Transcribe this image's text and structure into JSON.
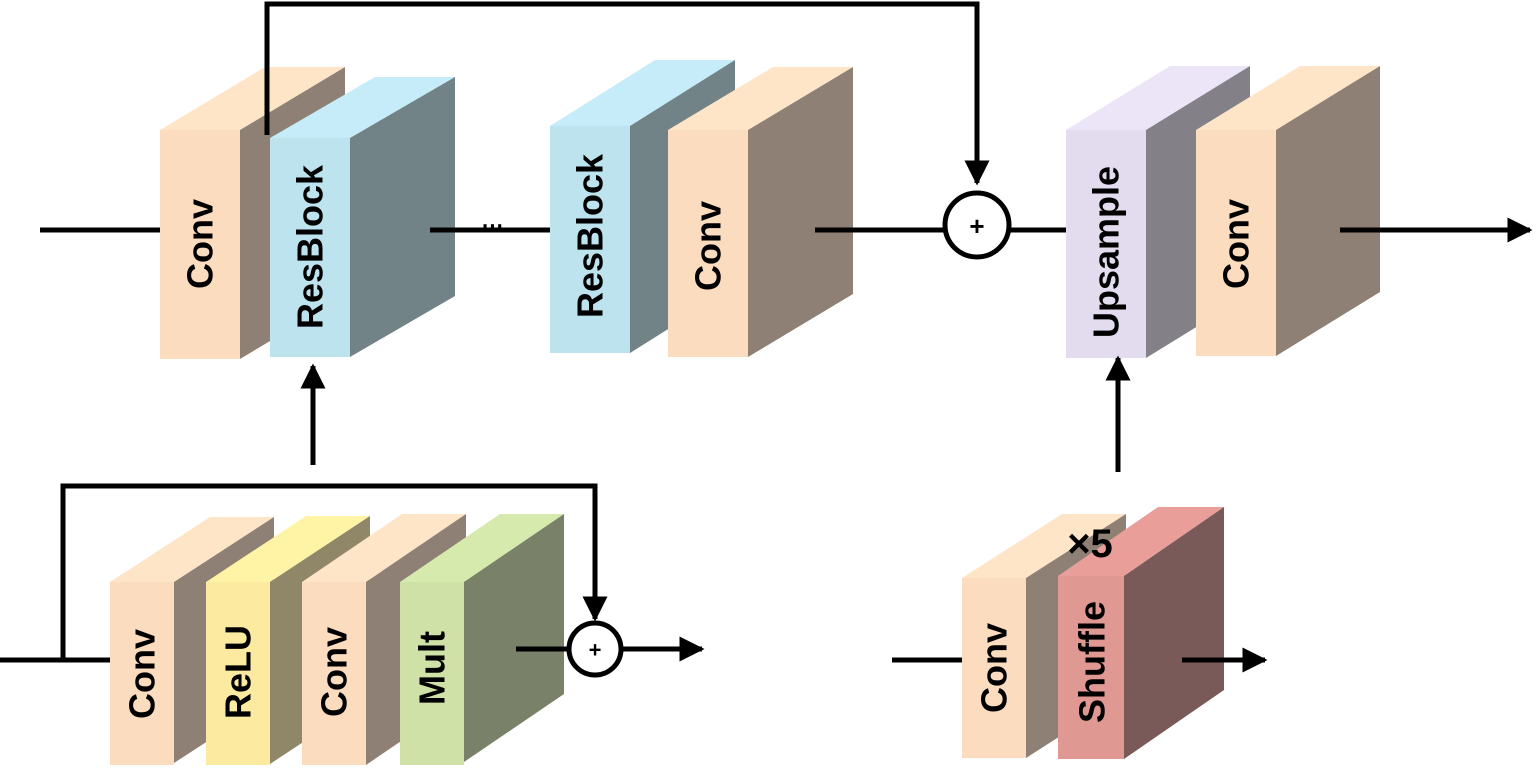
{
  "main_path": {
    "blocks": [
      {
        "label": "Conv",
        "color": "#fcdcbf"
      },
      {
        "label": "ResBlock",
        "color": "#bde3ee"
      },
      {
        "label": "ResBlock",
        "color": "#bde3ee"
      },
      {
        "label": "Conv",
        "color": "#fcdcbf"
      },
      {
        "label": "Upsample",
        "color": "#e3dcee"
      },
      {
        "label": "Conv",
        "color": "#fcdcbf"
      }
    ],
    "ellipsis": "···",
    "sum_symbol": "+"
  },
  "resblock_detail": {
    "blocks": [
      {
        "label": "Conv",
        "color": "#fcdcbf"
      },
      {
        "label": "ReLU",
        "color": "#fbeaa0"
      },
      {
        "label": "Conv",
        "color": "#fcdcbf"
      },
      {
        "label": "Mult",
        "color": "#cfe1a6"
      }
    ],
    "sum_symbol": "+"
  },
  "upsample_detail": {
    "blocks": [
      {
        "label": "Conv",
        "color": "#fcdcbf"
      },
      {
        "label": "Shuffle",
        "color": "#e09893"
      }
    ],
    "repeat": "×5"
  }
}
